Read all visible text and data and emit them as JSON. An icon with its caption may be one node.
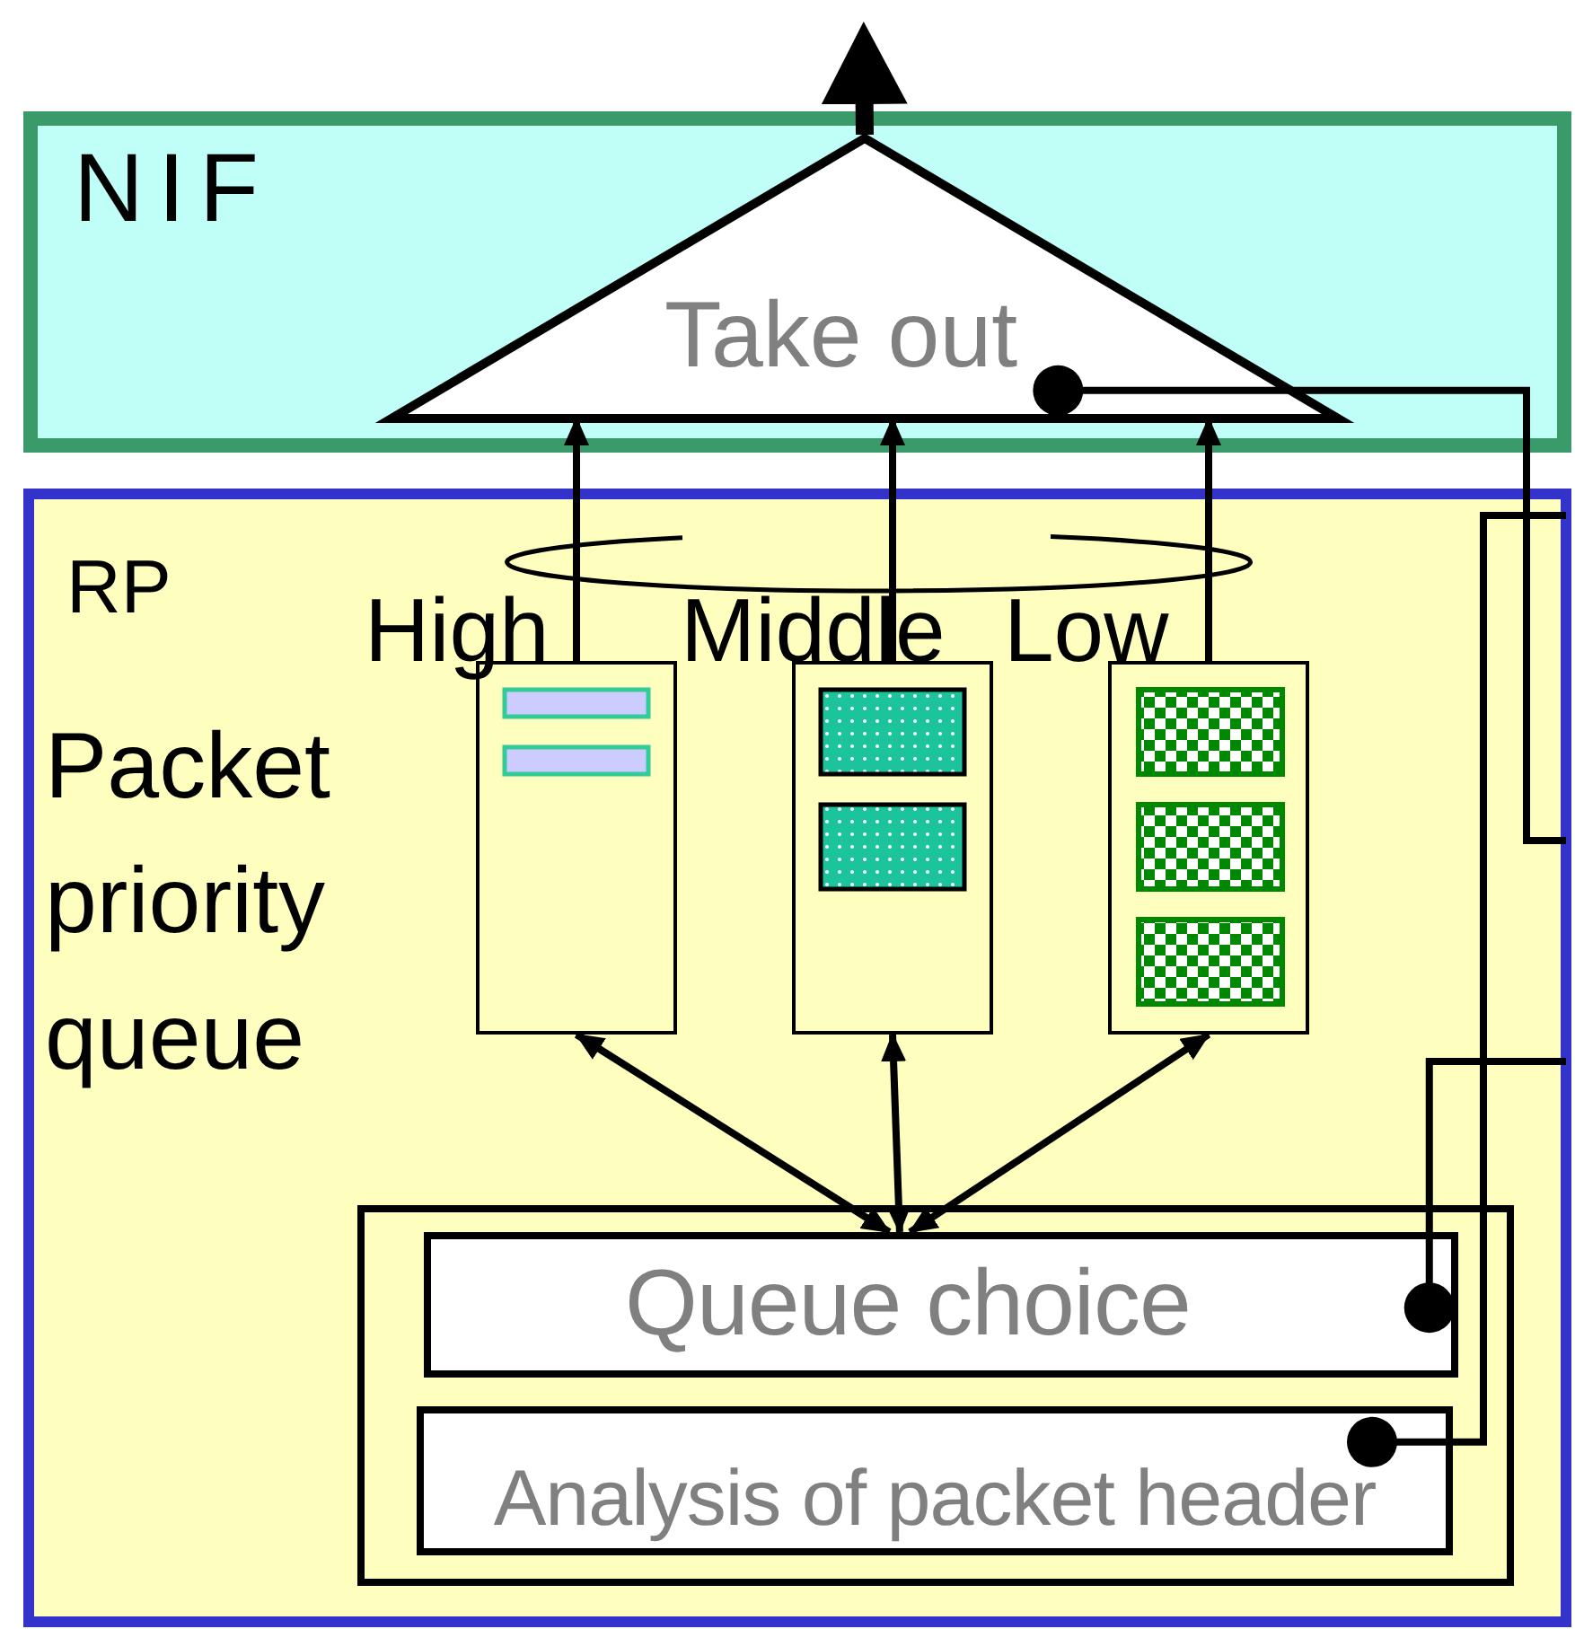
{
  "diagram": {
    "nodes": [
      {
        "text": [
          "NIF"
        ]
      },
      {
        "text": [
          "Take out"
        ],
        "in": 0
      },
      {
        "text": [
          "RP",
          "Packet priority queue"
        ]
      },
      {
        "text": [
          "High"
        ],
        "in": 2
      },
      {
        "text": [
          "Middle"
        ],
        "in": 2
      },
      {
        "text": [
          "Low"
        ],
        "in": 2
      },
      {
        "text": [],
        "shape": "box",
        "in": 2
      },
      {
        "text": [
          "Queue choice"
        ],
        "in": 6
      },
      {
        "text": [
          "Analysis of packet header"
        ],
        "in": 6
      }
    ],
    "edges": [
      {
        "from": 1,
        "to": null,
        "arrow": "to",
        "style": "thick"
      },
      {
        "from": 3,
        "to": 1,
        "arrow": "to"
      },
      {
        "from": 4,
        "to": 1,
        "arrow": "to"
      },
      {
        "from": 5,
        "to": 1,
        "arrow": "to"
      },
      {
        "from": 7,
        "to": 3,
        "arrow": "both"
      },
      {
        "from": 7,
        "to": 4,
        "arrow": "both"
      },
      {
        "from": 7,
        "to": 5,
        "arrow": "both"
      },
      {
        "from": 1,
        "to": 2,
        "arrow": "other"
      },
      {
        "from": 7,
        "to": 2,
        "arrow": "other"
      },
      {
        "from": 8,
        "to": 2,
        "arrow": "other"
      }
    ]
  }
}
